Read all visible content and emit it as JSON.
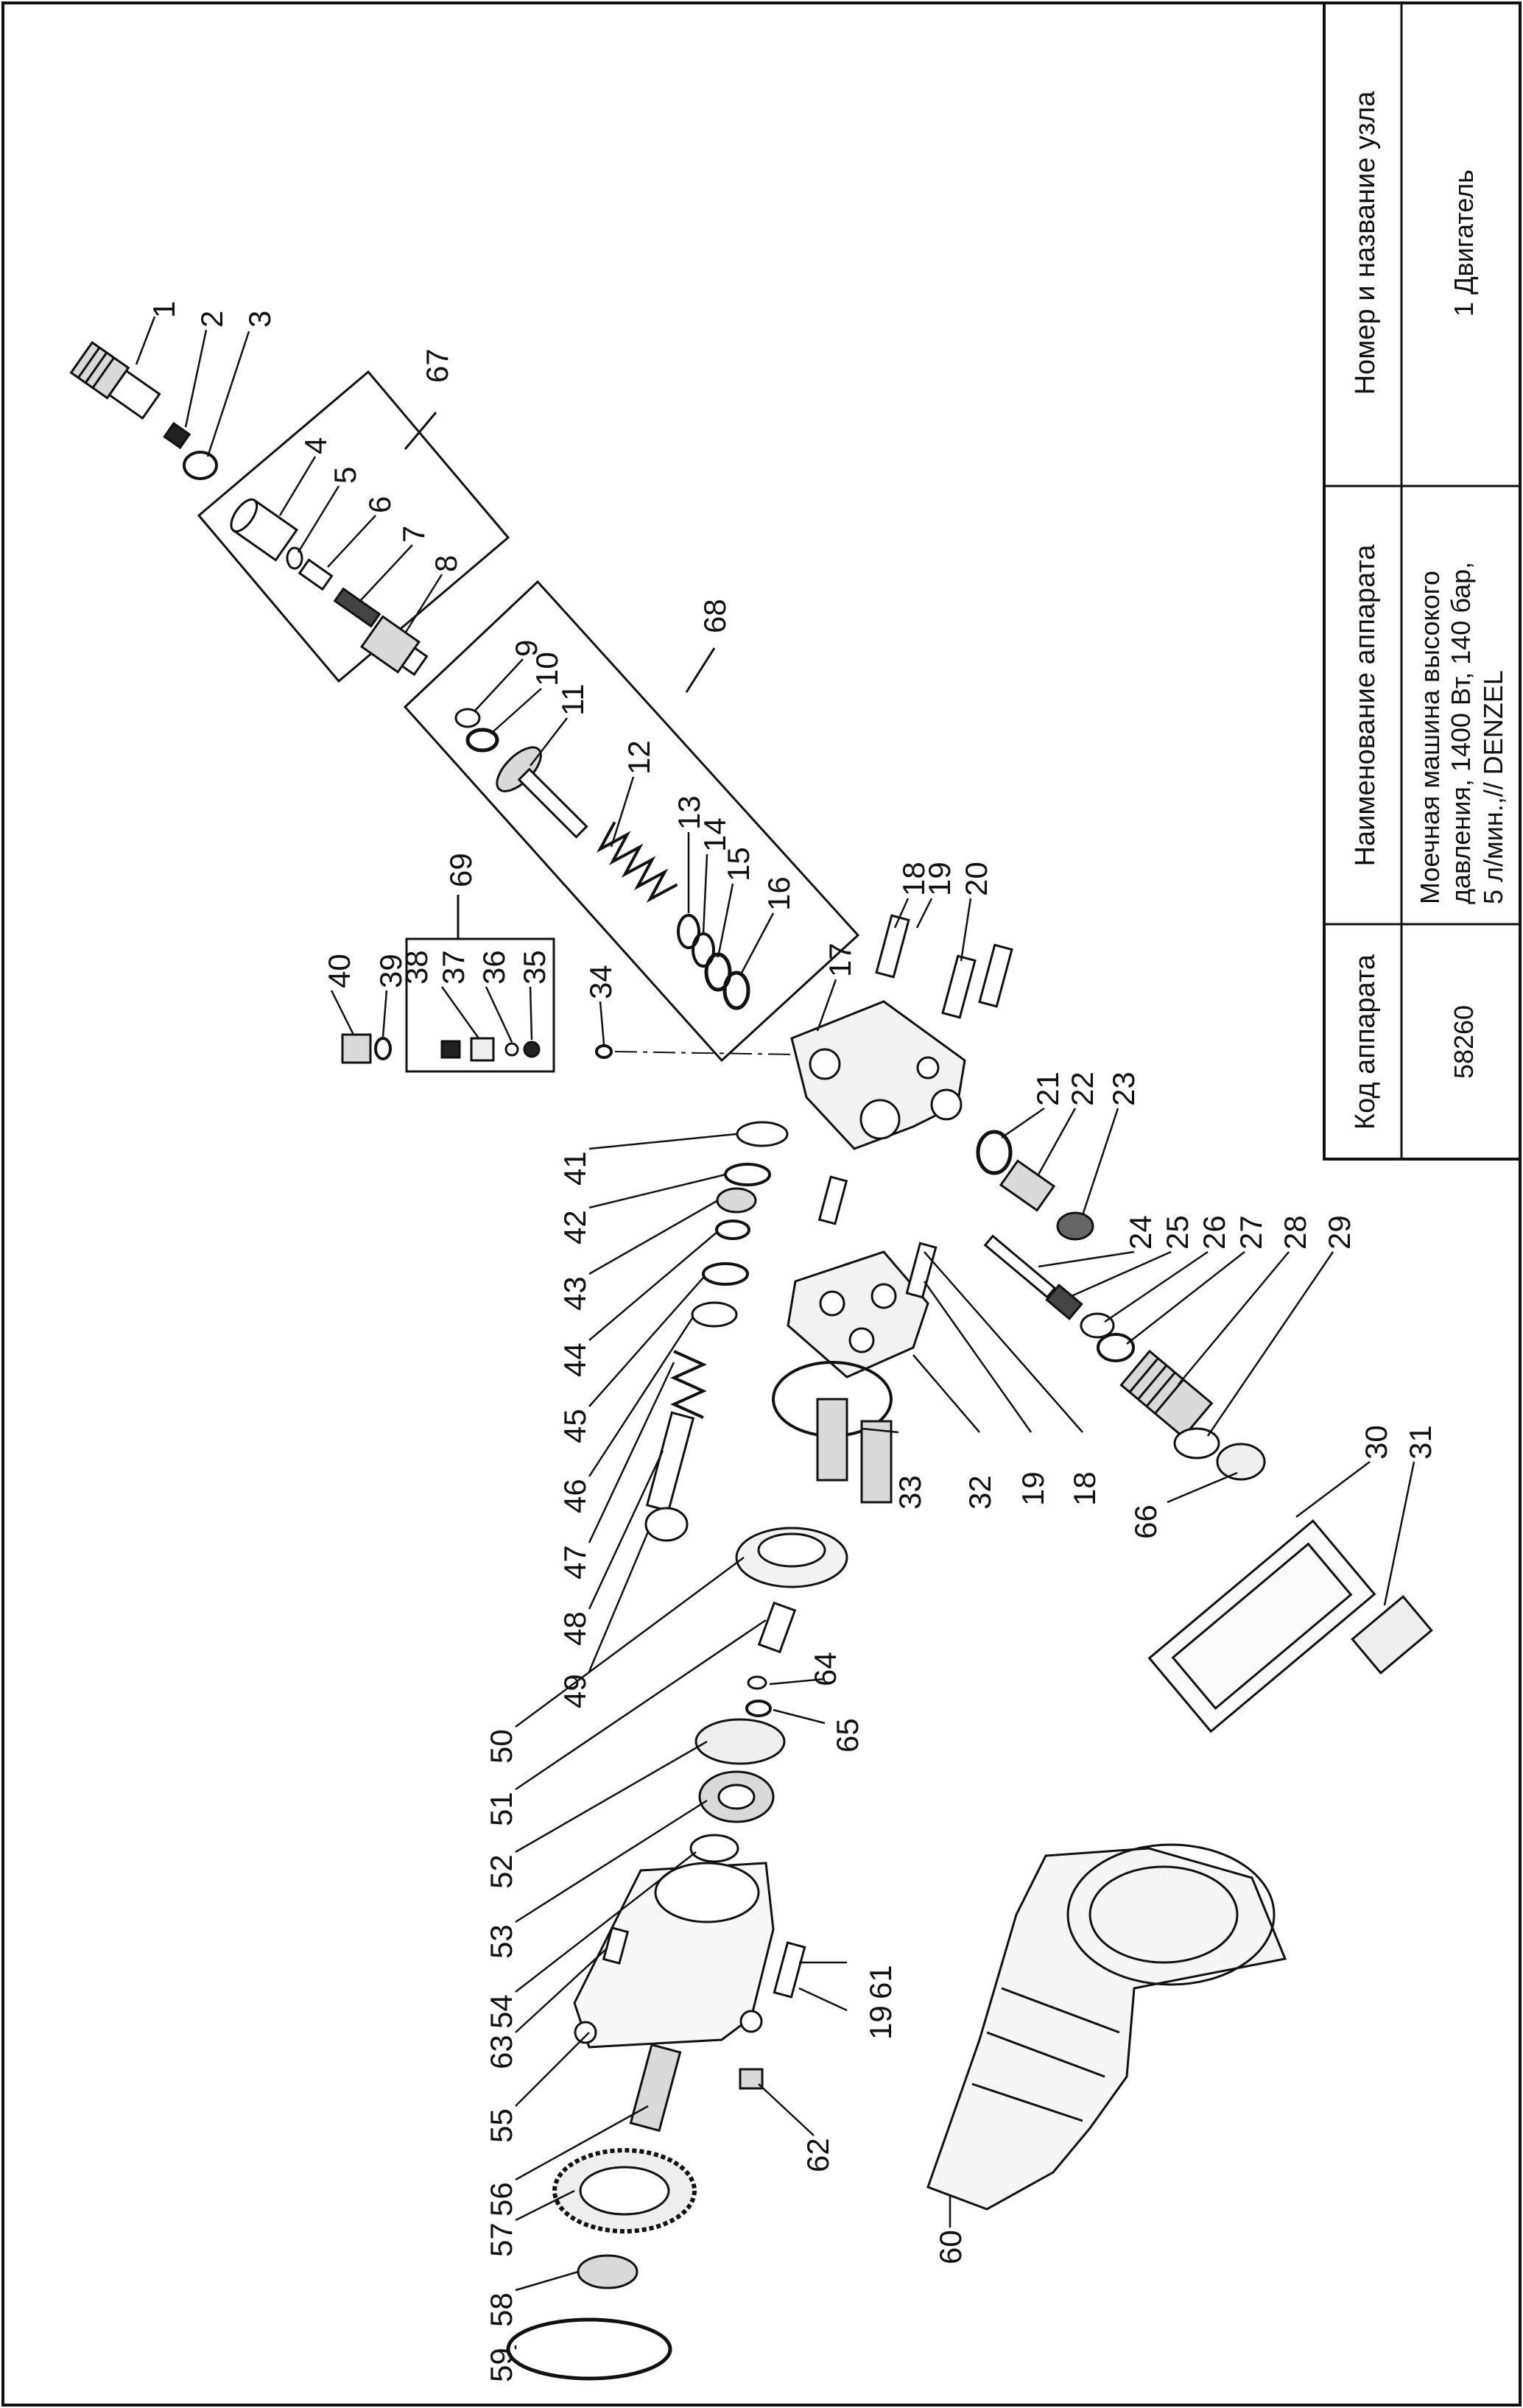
{
  "title_block": {
    "headers": {
      "code": "Код аппарата",
      "name": "Наименование аппарата",
      "unit": "Номер и название узла"
    },
    "values": {
      "code": "58260",
      "name_lines": [
        "Моечная машина высокого",
        "давления, 1400 Вт, 140 бар,",
        "5 л/мин.,// DENZEL"
      ],
      "unit": "1 Двигатель"
    }
  },
  "callouts": [
    "1",
    "2",
    "3",
    "4",
    "5",
    "6",
    "7",
    "8",
    "9",
    "10",
    "11",
    "12",
    "13",
    "14",
    "15",
    "16",
    "17",
    "18",
    "19",
    "20",
    "21",
    "22",
    "23",
    "24",
    "25",
    "26",
    "27",
    "28",
    "29",
    "30",
    "31",
    "32",
    "33",
    "34",
    "35",
    "36",
    "37",
    "38",
    "39",
    "40",
    "41",
    "42",
    "43",
    "44",
    "45",
    "46",
    "47",
    "48",
    "49",
    "50",
    "51",
    "52",
    "53",
    "54",
    "55",
    "56",
    "57",
    "58",
    "59",
    "60",
    "61",
    "62",
    "63",
    "64",
    "65",
    "66",
    "67",
    "68",
    "69"
  ],
  "extra_callouts": {
    "a": "18",
    "b": "19",
    "c": "19"
  },
  "colors": {
    "line": "#111111",
    "fill": "#ffffff",
    "shade": "#d9d9d9"
  }
}
